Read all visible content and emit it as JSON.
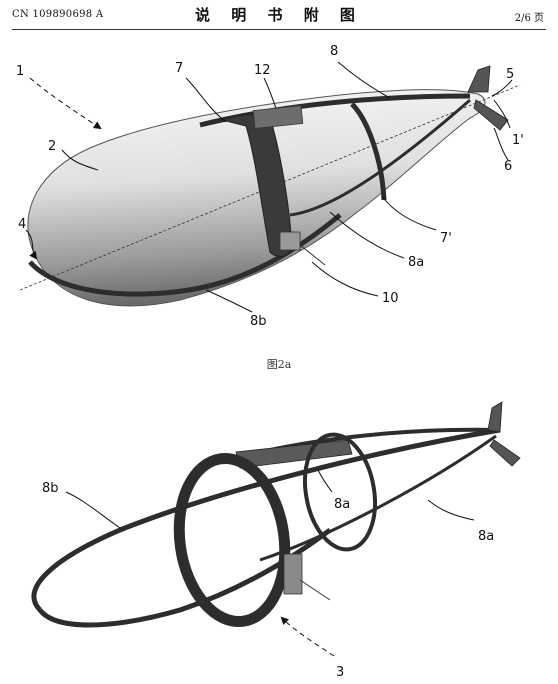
{
  "header": {
    "doc_number": "CN 109890698 A",
    "title": "说 明 书 附 图",
    "page": "2/6 页"
  },
  "figure_a": {
    "caption": "图2a",
    "labels": [
      "1",
      "2",
      "4",
      "7",
      "12",
      "8",
      "5",
      "1'",
      "6",
      "7'",
      "8a",
      "10",
      "8b"
    ]
  },
  "figure_b": {
    "labels": [
      "8b",
      "8a",
      "8a",
      "3"
    ]
  }
}
